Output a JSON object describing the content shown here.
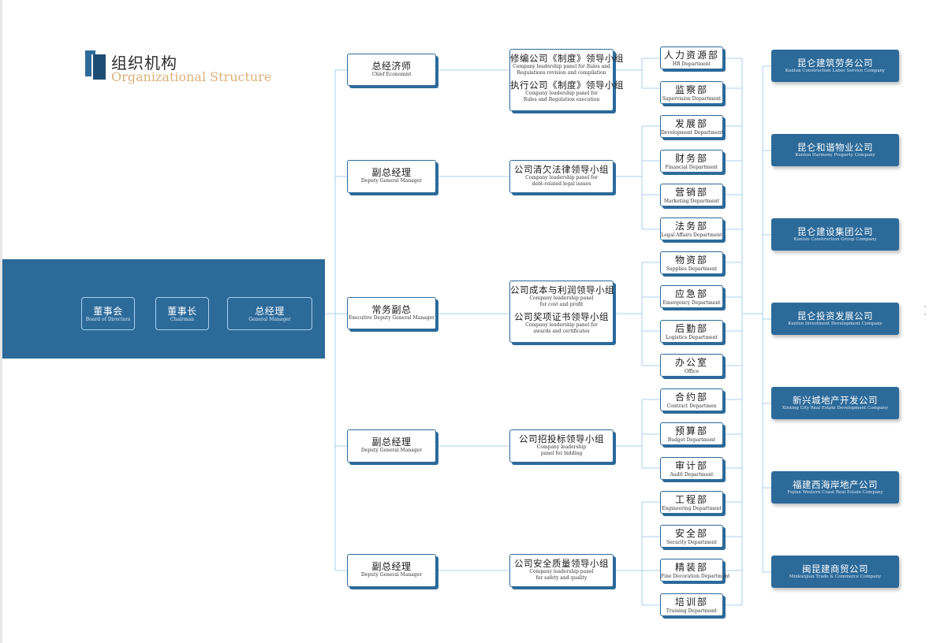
{
  "title": {
    "cn": "组织机构",
    "en": "Organizational Structure"
  },
  "top": [
    {
      "cn": "董事会",
      "en": "Board of Directors"
    },
    {
      "cn": "董事长",
      "en": "Chairman"
    },
    {
      "cn": "总经理",
      "en": "General Manager"
    }
  ],
  "managers": [
    {
      "cn": "总经济师",
      "en": "Chief Economist"
    },
    {
      "cn": "副总经理",
      "en": "Deputy General Manager"
    },
    {
      "cn": "常务副总",
      "en": "Executive Deputy General Manager"
    },
    {
      "cn": "副总经理",
      "en": "Deputy General Manager"
    },
    {
      "cn": "副总经理",
      "en": "Deputy General Manager"
    }
  ],
  "panels": [
    {
      "a_cn": "修编公司《制度》领导小组",
      "a_en1": "Company leadership panel for Rules and",
      "a_en2": "Regulations revision and compilation",
      "b_cn": "执行公司《制度》领导小组",
      "b_en1": "Company leadership panel for",
      "b_en2": "Rules and Regulation execution"
    },
    {
      "a_cn": "公司清欠法律领导小组",
      "a_en1": "Company leadership panel for",
      "a_en2": "debt-related legal issues"
    },
    {
      "a_cn": "公司成本与利润领导小组",
      "a_en1": "Company leadership panel",
      "a_en2": "for cost and profit",
      "b_cn": "公司奖项证书领导小组",
      "b_en1": "Company leadership panel for",
      "b_en2": "awards and certificates"
    },
    {
      "a_cn": "公司招投标领导小组",
      "a_en1": "Company leadership",
      "a_en2": "panel for bidding"
    },
    {
      "a_cn": "公司安全质量领导小组",
      "a_en1": "Company leadership panel",
      "a_en2": "for safety and quality"
    }
  ],
  "departments": [
    {
      "cn": "人力资源部",
      "en": "HR Department"
    },
    {
      "cn": "监察部",
      "en": "Supervision Department"
    },
    {
      "cn": "发展部",
      "en": "Development Department"
    },
    {
      "cn": "财务部",
      "en": "Financial Department"
    },
    {
      "cn": "营销部",
      "en": "Marketing Department"
    },
    {
      "cn": "法务部",
      "en": "Legal Affairs Department"
    },
    {
      "cn": "物资部",
      "en": "Supplies Department"
    },
    {
      "cn": "应急部",
      "en": "Emergency Department"
    },
    {
      "cn": "后勤部",
      "en": "Logistics Department"
    },
    {
      "cn": "办公室",
      "en": "Office"
    },
    {
      "cn": "合约部",
      "en": "Contract Departmen"
    },
    {
      "cn": "预算部",
      "en": "Budget Department"
    },
    {
      "cn": "审计部",
      "en": "Audit Department"
    },
    {
      "cn": "工程部",
      "en": "Engineering Department"
    },
    {
      "cn": "安全部",
      "en": "Security Department"
    },
    {
      "cn": "精装部",
      "en": "Fine Decoration Department"
    },
    {
      "cn": "培训部",
      "en": "Training Department"
    }
  ],
  "companies": [
    {
      "cn": "昆仑建筑劳务公司",
      "en": "Kunlun Construction Labor Service Company"
    },
    {
      "cn": "昆仑和谐物业公司",
      "en": "Kunlun Harmony Property Company"
    },
    {
      "cn": "昆仑建设集团公司",
      "en": "Kunlun Construction Group Company"
    },
    {
      "cn": "昆仑投资发展公司",
      "en": "Kunlun Investment Development Company"
    },
    {
      "cn": "新兴城地产开发公司",
      "en": "Xinxing City Real Estate Development Company"
    },
    {
      "cn": "福建西海岸地产公司",
      "en": "Fujian Western Coast Real Estate Company"
    },
    {
      "cn": "闽昆建商贸公司",
      "en": "Minkunjian Trade & Commerce Company"
    }
  ],
  "colors": {
    "primary": "#2c6a9a",
    "line": "#a9d1ef",
    "accent": "#d9b27a"
  }
}
